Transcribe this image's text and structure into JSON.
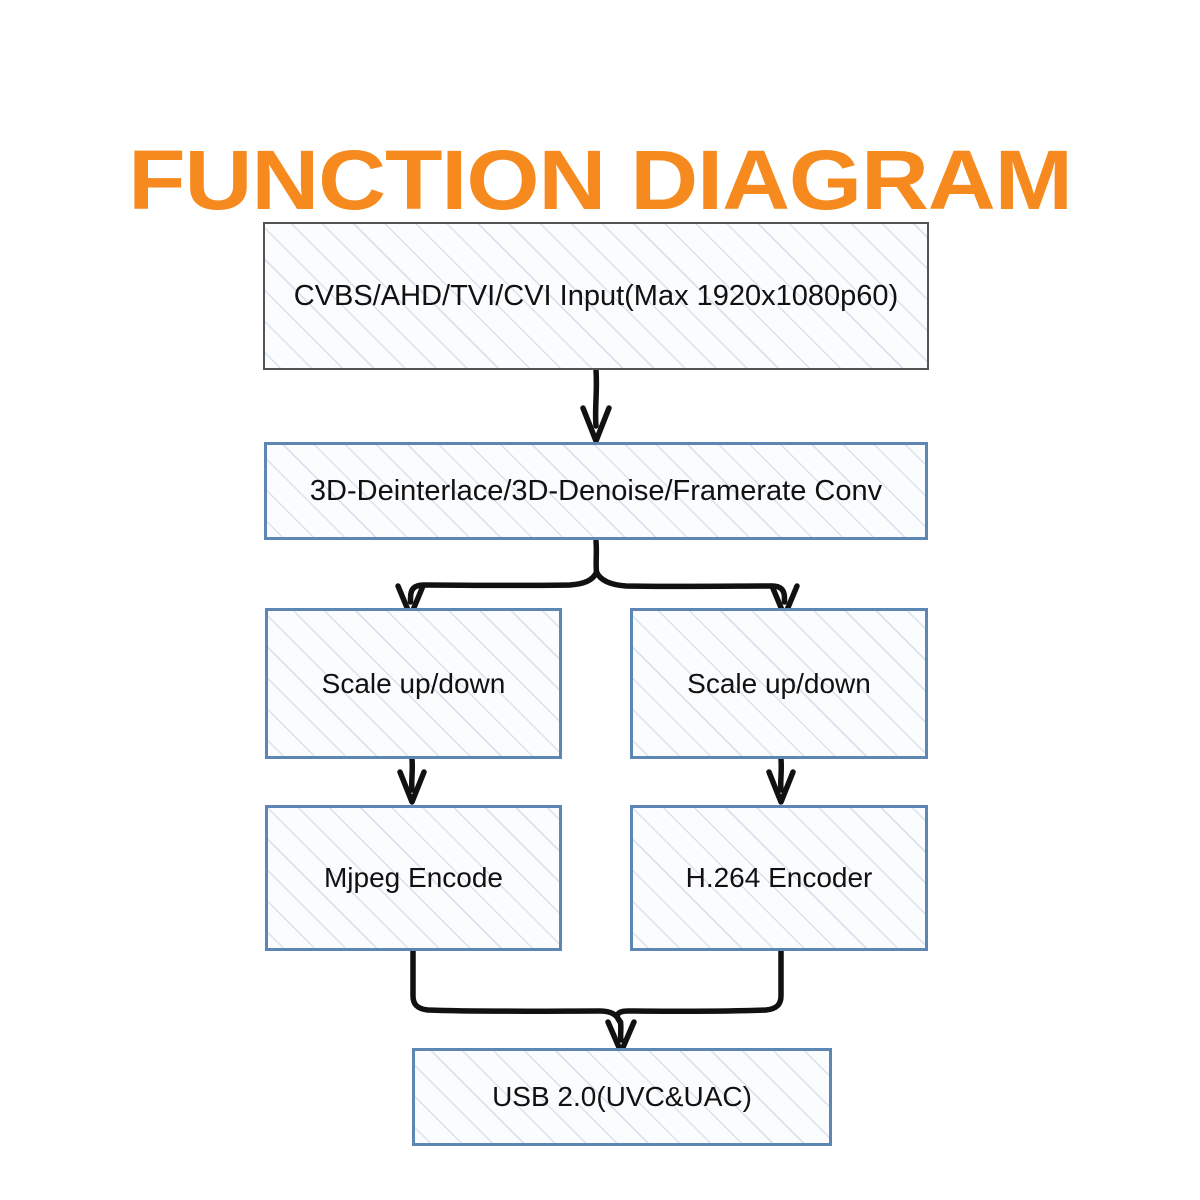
{
  "page": {
    "title": "FUNCTION DIAGRAM",
    "background_color": "#FFFFFF",
    "title_color": "#F68A1E"
  },
  "diagram": {
    "type": "flowchart",
    "style": "hand-drawn sketch, diagonal hatch fill",
    "colors": {
      "gray_border": "#545454",
      "blue_border": "#5E86B5",
      "hatch_fill": "#FBFCFE",
      "hatch_line": "#96AAC8",
      "connector": "#111111"
    },
    "nodes": [
      {
        "id": "input",
        "label": "CVBS/AHD/TVI/CVI Input(Max 1920x1080p60)",
        "border": "gray"
      },
      {
        "id": "process",
        "label": "3D-Deinterlace/3D-Denoise/Framerate Conv",
        "border": "blue"
      },
      {
        "id": "scale-left",
        "label": "Scale up/down",
        "border": "blue"
      },
      {
        "id": "scale-right",
        "label": "Scale up/down",
        "border": "blue"
      },
      {
        "id": "mjpeg",
        "label": "Mjpeg Encode",
        "border": "blue"
      },
      {
        "id": "h264",
        "label": "H.264 Encoder",
        "border": "blue"
      },
      {
        "id": "usb",
        "label": "USB 2.0(UVC&UAC)",
        "border": "blue"
      }
    ],
    "edges": [
      {
        "id": "input-to-process",
        "from": "input",
        "to": "process",
        "kind": "straight-arrow"
      },
      {
        "id": "process-to-scale-left",
        "from": "process",
        "to": "scale-left",
        "kind": "split-arrow"
      },
      {
        "id": "process-to-scale-right",
        "from": "process",
        "to": "scale-right",
        "kind": "split-arrow"
      },
      {
        "id": "scale-left-to-mjpeg",
        "from": "scale-left",
        "to": "mjpeg",
        "kind": "straight-arrow"
      },
      {
        "id": "scale-right-to-h264",
        "from": "scale-right",
        "to": "h264",
        "kind": "straight-arrow"
      },
      {
        "id": "mjpeg-to-usb",
        "from": "mjpeg",
        "to": "usb",
        "kind": "merge-arrow"
      },
      {
        "id": "h264-to-usb",
        "from": "h264",
        "to": "usb",
        "kind": "merge-arrow"
      }
    ]
  }
}
